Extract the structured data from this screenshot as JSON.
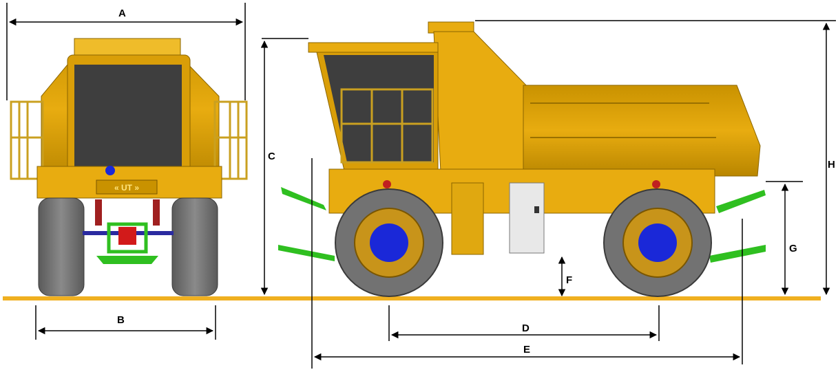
{
  "diagram": {
    "labels": {
      "A": "A",
      "B": "B",
      "C": "C",
      "D": "D",
      "E": "E",
      "F": "F",
      "G": "G",
      "H": "H"
    },
    "badge_text": "« UT »",
    "colors": {
      "body": "#e8ac10",
      "body_dark": "#b98600",
      "body_light": "#f4c63a",
      "glass": "#3e3e3e",
      "tire": "#727272",
      "tire_dark": "#4a4a4a",
      "hub": "#1a28d8",
      "hitch": "#2fbf20",
      "ground": "#f0b020",
      "line": "#000000"
    }
  }
}
